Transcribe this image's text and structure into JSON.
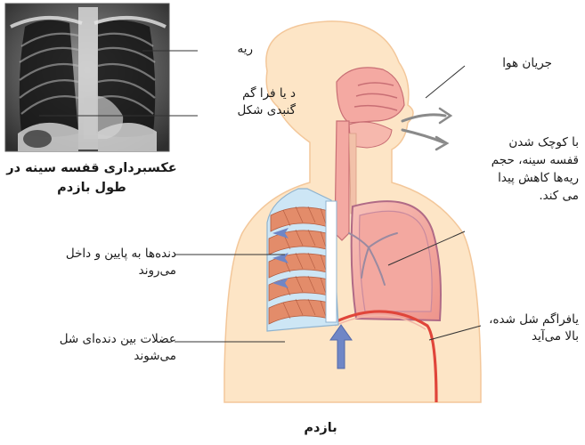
{
  "caption": "بازدم",
  "xray": {
    "caption_line1": "عکسبرداری قفسه سینه در",
    "caption_line2": "طول بازدم",
    "label_lung": "ریه",
    "label_diaphragm_line1": "د یا فرا گم",
    "label_diaphragm_line2": "گنبدی شکل"
  },
  "labels": {
    "airflow": "جریان هوا",
    "chest_line1": "با کوچک شدن",
    "chest_line2": "قفسه سینه، حجم",
    "chest_line3": "ریه‌ها کاهش پیدا",
    "chest_line4": "می کند.",
    "ribs_line1": "دنده‌ها به پایین و داخل",
    "ribs_line2": "می‌روند",
    "muscles_line1": "عضلات بین دنده‌ای شل",
    "muscles_line2": "می‌شوند",
    "diaphragm_line1": "یافراگم شل شده،",
    "diaphragm_line2": "بالا می‌آید"
  },
  "colors": {
    "skin": "#fde5c6",
    "skin_outline": "#f3c79a",
    "lung": "#f3a8a0",
    "lung_outline": "#b06a86",
    "muscle": "#e38c6a",
    "rib": "#cde6f5",
    "arrow": "#6f86c6",
    "airway": "#f4a9a2",
    "diaphragm_line": "#e0453a"
  }
}
